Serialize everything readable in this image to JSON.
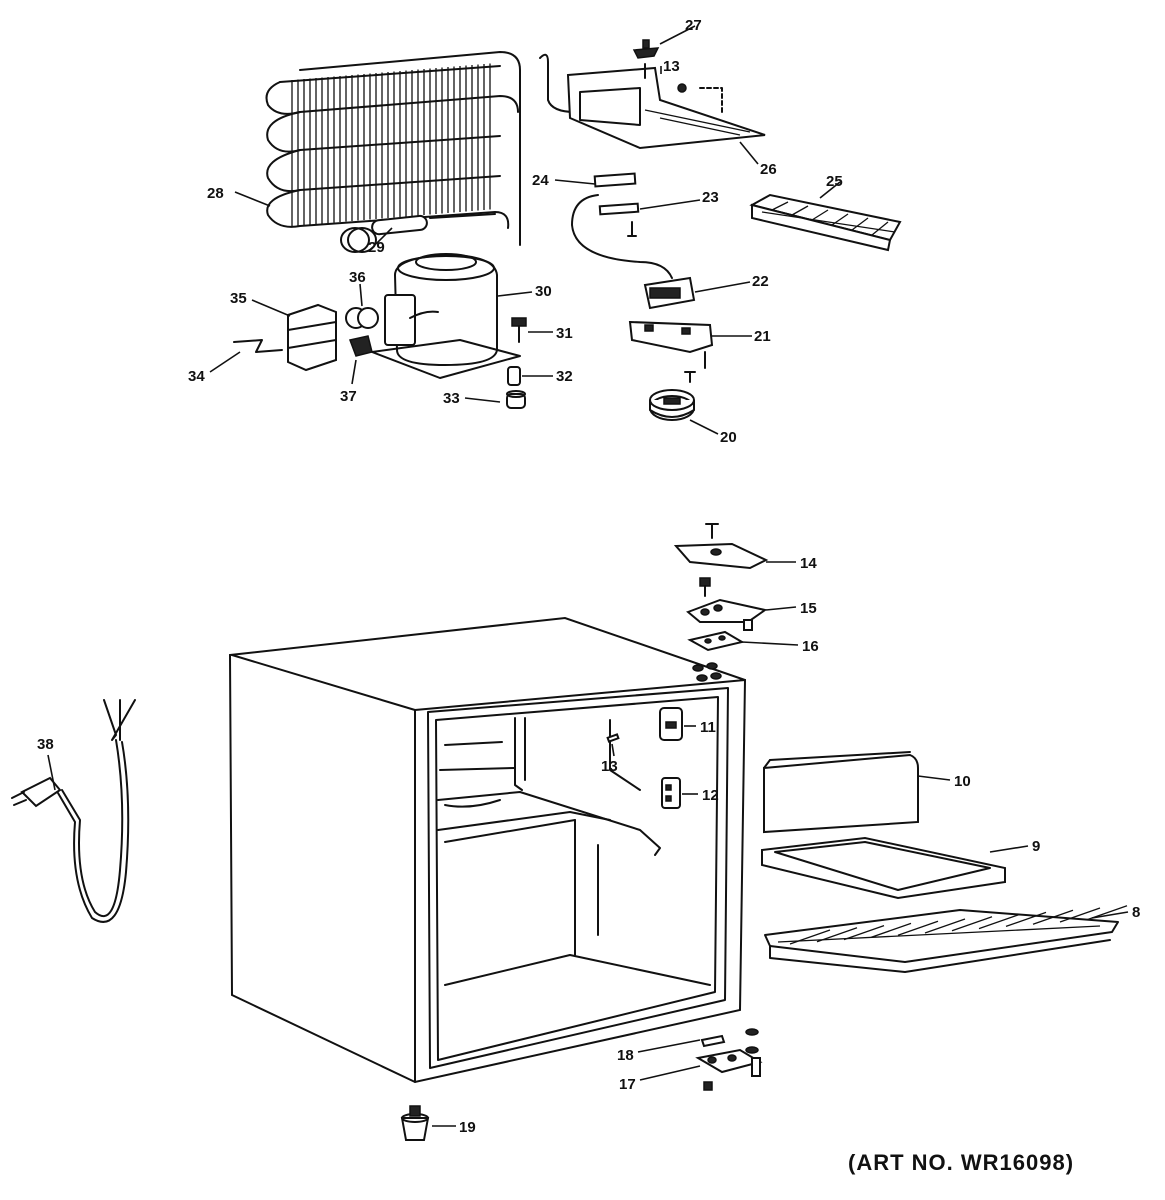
{
  "art_number": "(ART NO. WR16098)",
  "callouts": {
    "p8": "8",
    "p9": "9",
    "p10": "10",
    "p11": "11",
    "p12": "12",
    "p13a": "13",
    "p13b": "13",
    "p14": "14",
    "p15": "15",
    "p16": "16",
    "p17": "17",
    "p18": "18",
    "p19": "19",
    "p20": "20",
    "p21": "21",
    "p22": "22",
    "p23": "23",
    "p24": "24",
    "p25": "25",
    "p26": "26",
    "p27": "27",
    "p28": "28",
    "p29": "29",
    "p30": "30",
    "p31": "31",
    "p32": "32",
    "p33": "33",
    "p34": "34",
    "p35": "35",
    "p36": "36",
    "p37": "37",
    "p38": "38"
  }
}
